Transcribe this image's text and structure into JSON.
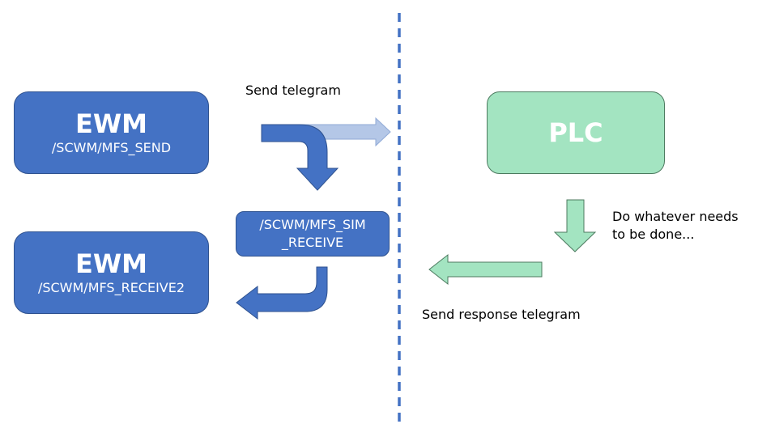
{
  "ewm_send": {
    "title": "EWM",
    "subtitle": "/SCWM/MFS_SEND"
  },
  "ewm_receive": {
    "title": "EWM",
    "subtitle": "/SCWM/MFS_RECEIVE2"
  },
  "sim_receive": {
    "line1": "/SCWM/MFS_SIM",
    "line2": "_RECEIVE"
  },
  "plc": {
    "title": "PLC"
  },
  "labels": {
    "send_telegram": "Send telegram",
    "do_whatever_1": "Do whatever needs",
    "do_whatever_2": "to be done...",
    "send_response": "Send response telegram"
  },
  "colors": {
    "ewm_fill": "#4472c4",
    "ewm_border": "#2f528f",
    "plc_fill": "#a3e4c1",
    "plc_border": "#4c7a5f",
    "arrow_blue": "#4472c4",
    "arrow_light_blue": "#b4c7e7",
    "arrow_green": "#a3e4c1",
    "divider": "#4472c4"
  }
}
